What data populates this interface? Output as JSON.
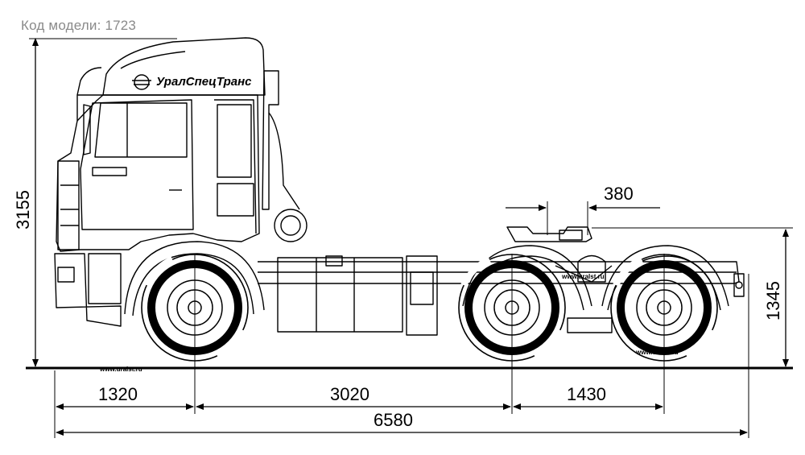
{
  "header": {
    "model_code": "Код модели: 1723"
  },
  "vehicle": {
    "brand": "УралСпецТранс",
    "watermark": "www.uralst.ru"
  },
  "dimensions": {
    "height_total": "3155",
    "fifth_wheel_height": "1345",
    "fifth_wheel_offset": "380",
    "front_overhang": "1320",
    "wheelbase_front": "3020",
    "wheelbase_rear": "1430",
    "overall_length": "6580"
  },
  "colors": {
    "line": "#000000",
    "caption": "#8a8a8a",
    "background": "#ffffff"
  }
}
